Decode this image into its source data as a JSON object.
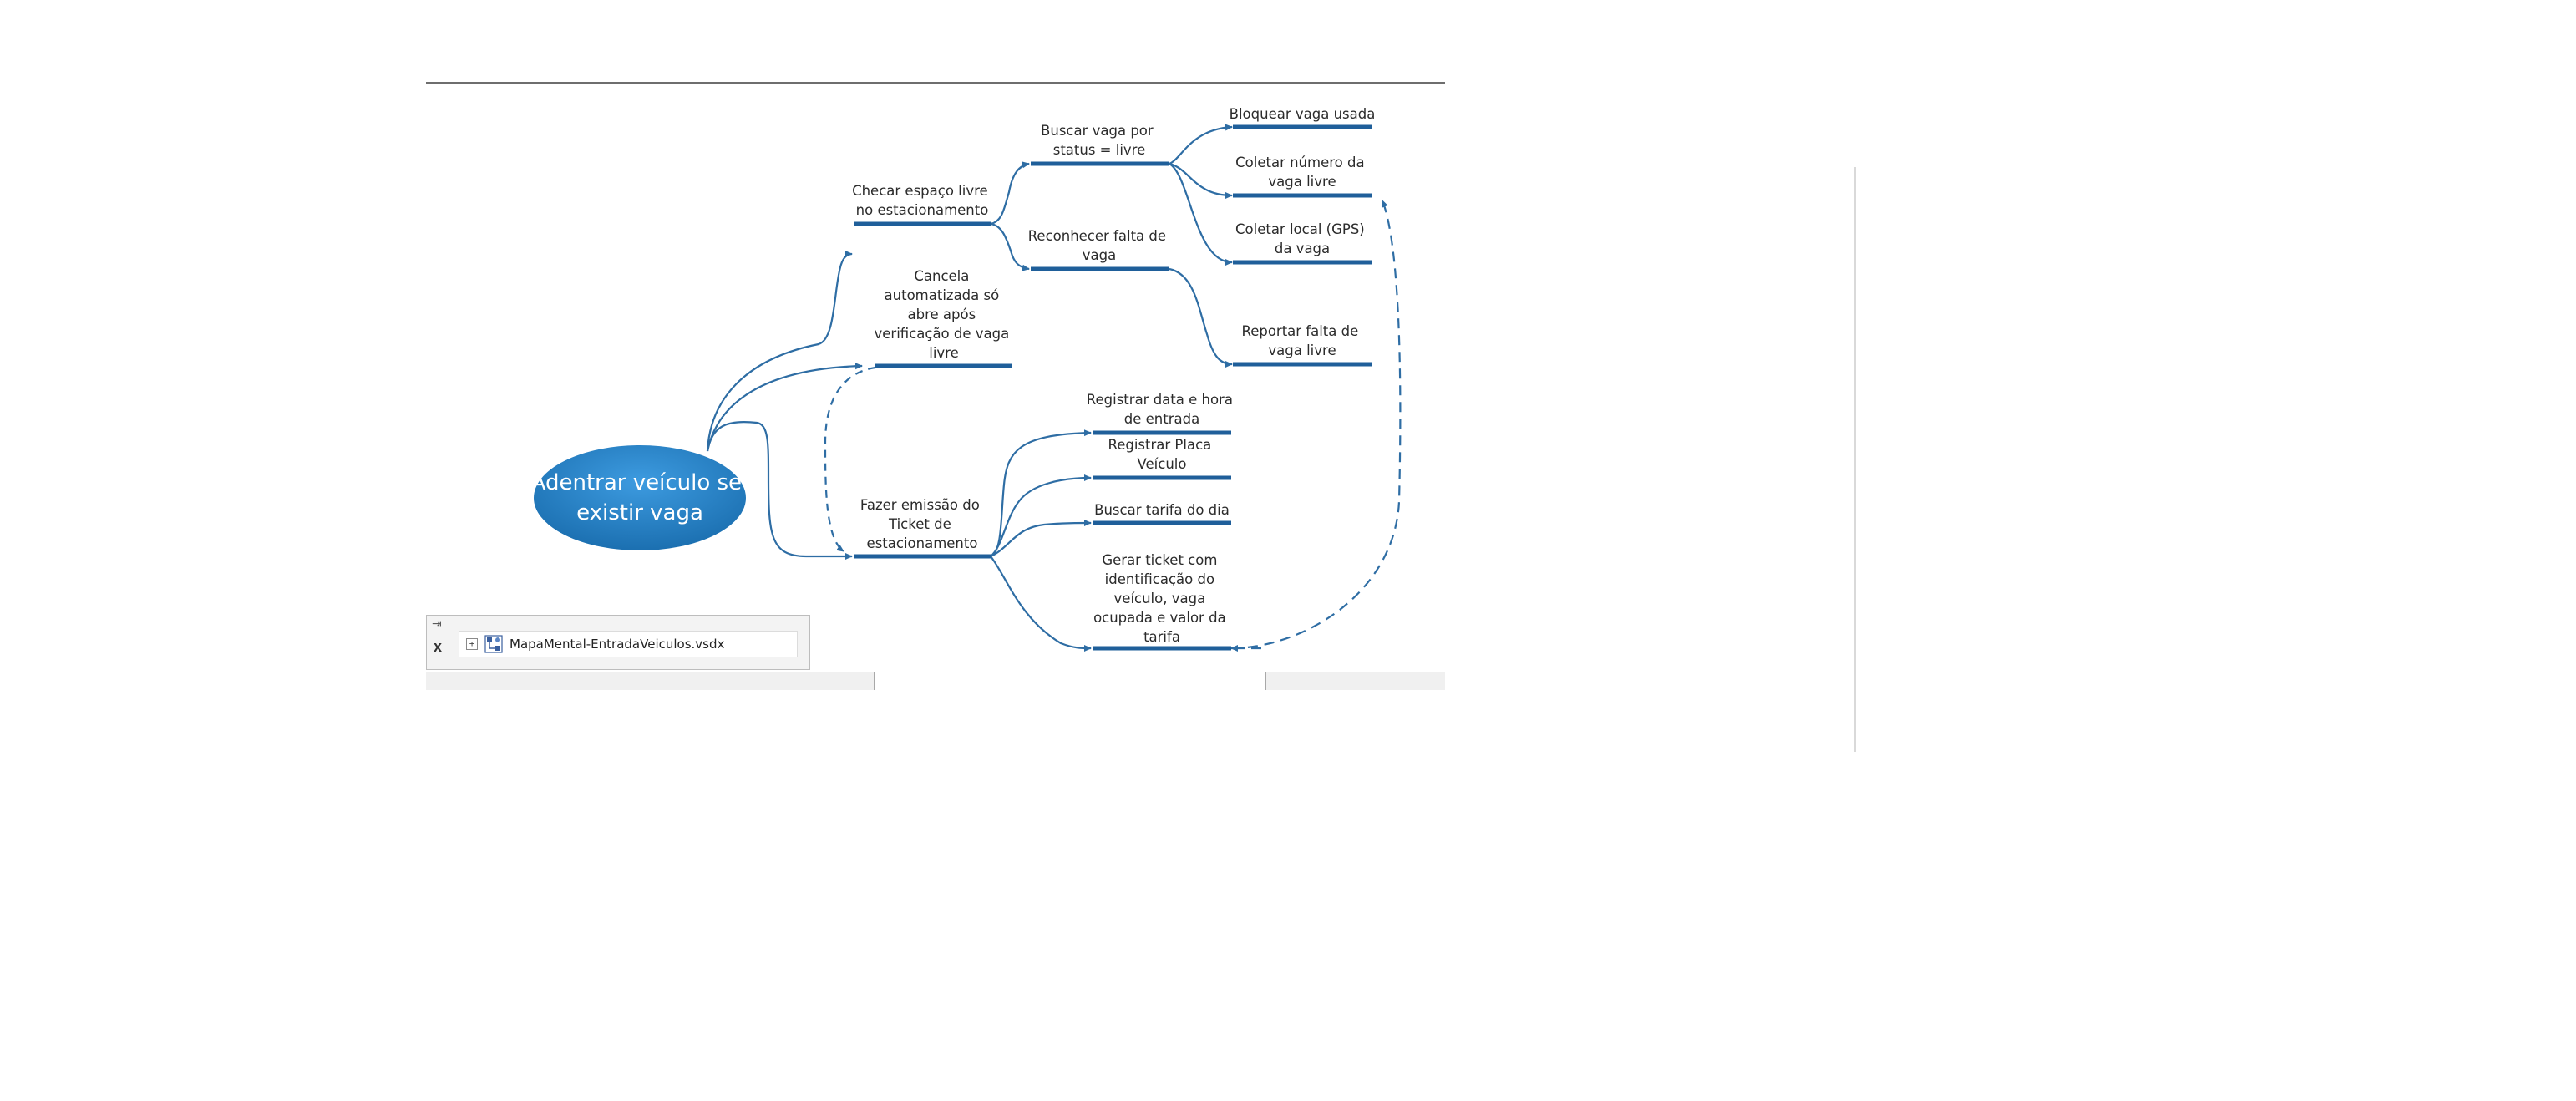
{
  "diagram": {
    "root": [
      "Adentrar veículo se",
      "existir vaga"
    ],
    "nodes": {
      "checar": [
        "Checar espaço livre",
        "no estacionamento"
      ],
      "cancela": [
        "Cancela",
        "automatizada só",
        "abre após",
        "verificação de vaga",
        "livre"
      ],
      "fazer": [
        "Fazer emissão do",
        "Ticket de",
        "estacionamento"
      ],
      "buscar_vaga": [
        "Buscar vaga por",
        "status = livre"
      ],
      "reconhecer": [
        "Reconhecer falta de",
        "vaga"
      ],
      "bloquear": [
        "Bloquear vaga usada"
      ],
      "coletar_numero": [
        "Coletar número da",
        "vaga livre"
      ],
      "coletar_local": [
        "Coletar local (GPS)",
        "da vaga"
      ],
      "reportar": [
        "Reportar falta de",
        "vaga livre"
      ],
      "registrar_data": [
        "Registrar data e hora",
        "de entrada"
      ],
      "registrar_placa": [
        "Registrar Placa",
        "Veículo"
      ],
      "buscar_tarifa": [
        "Buscar tarifa do dia"
      ],
      "gerar_ticket": [
        "Gerar ticket com",
        "identificação do",
        "veículo, vaga",
        "ocupada e valor da",
        "tarifa"
      ]
    },
    "colors": {
      "line": "#2e6da4",
      "node_bar": "#1f5f9a",
      "root_fill": "#2a86c8"
    }
  },
  "shapes_panel": {
    "pin_glyph": "⇥",
    "close_glyph": "x",
    "expand_glyph": "+",
    "file_name": "MapaMental-EntradaVeiculos.vsdx",
    "file_icon": "visio-file-icon"
  }
}
